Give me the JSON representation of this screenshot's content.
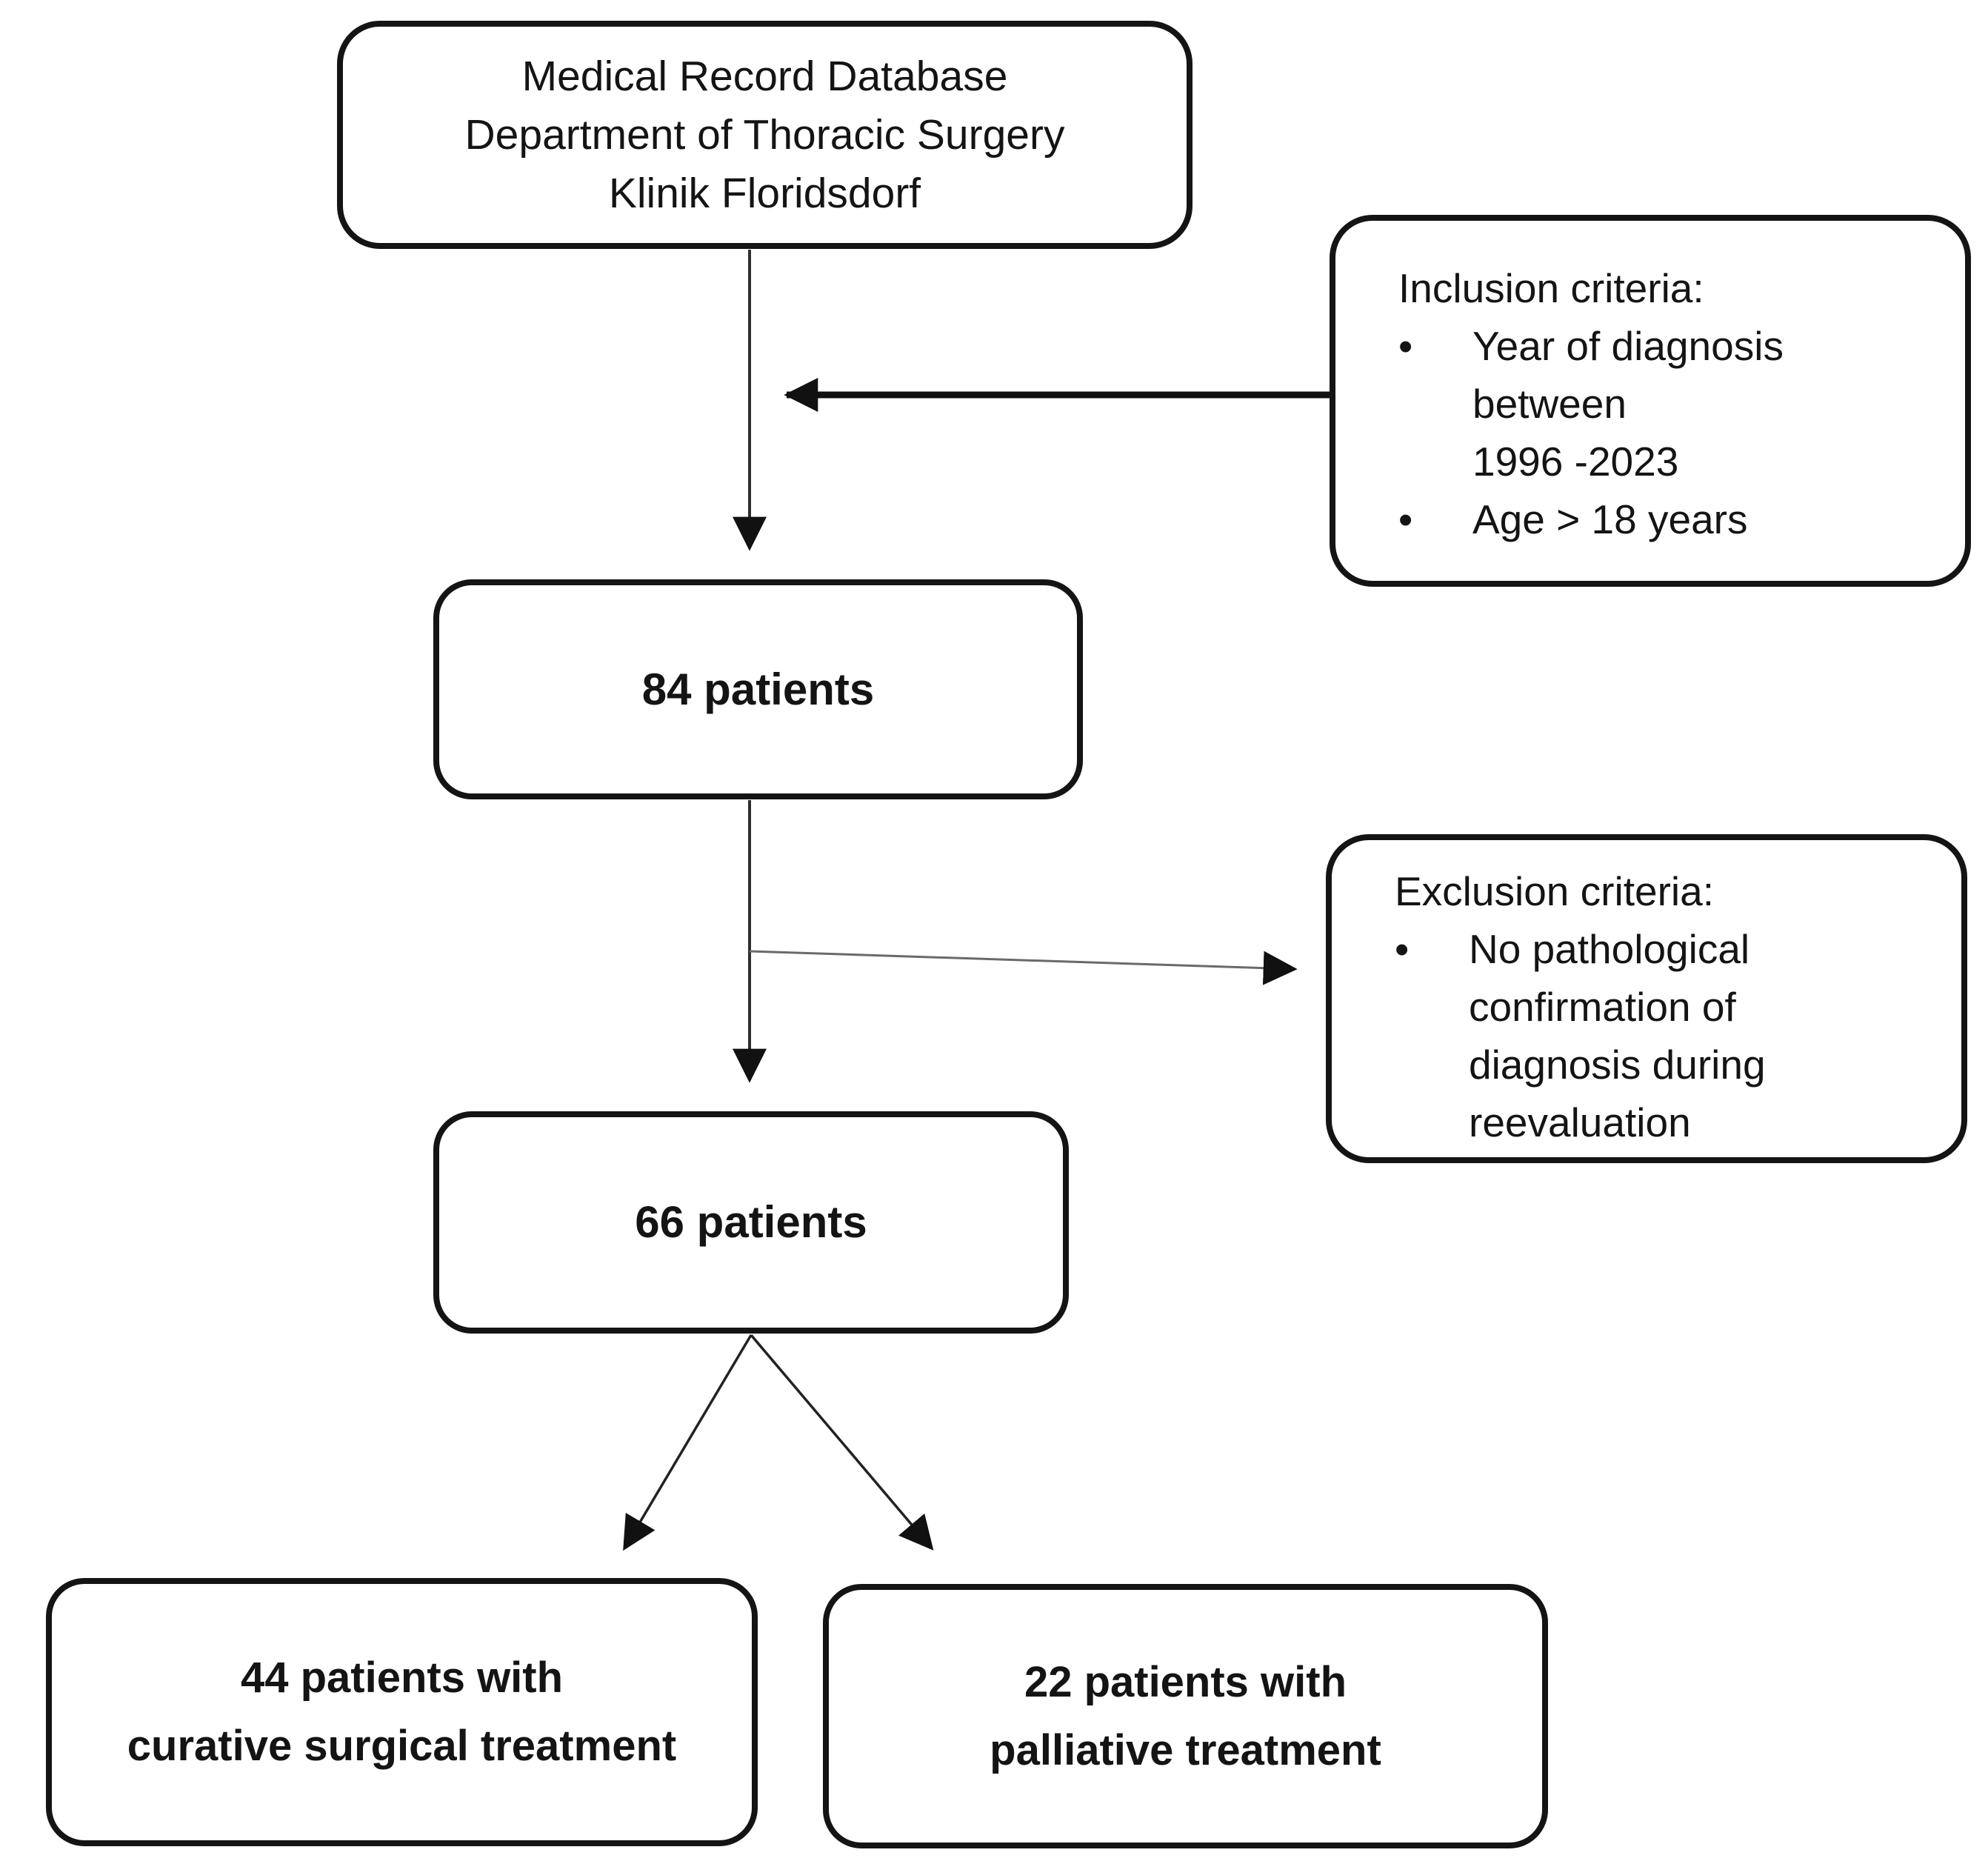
{
  "diagram": {
    "top_box": {
      "text": "Medical Record Database\nDepartment of Thoracic Surgery\nKlinik Floridsdorf"
    },
    "inclusion_box": {
      "title": "Inclusion criteria:",
      "bullet": "•",
      "items": [
        "Year of diagnosis\nbetween\n1996 -2023",
        "Age > 18 years"
      ]
    },
    "box_84": {
      "text": "84 patients"
    },
    "exclusion_box": {
      "title": "Exclusion criteria:",
      "bullet": "•",
      "items": [
        "No pathological\nconfirmation of\ndiagnosis during\nreevaluation"
      ]
    },
    "box_66": {
      "text": "66 patients"
    },
    "box_44": {
      "text": "44 patients with\ncurative surgical treatment"
    },
    "box_22": {
      "text": "22 patients with\npalliative treatment"
    },
    "colors": {
      "border": "#141414",
      "text": "#141414",
      "background": "#ffffff",
      "flow_line": "#2e2e2e",
      "inclusion_arrow": "#111111",
      "exclusion_line": "#6a6a6a",
      "arrowhead": "#111111"
    }
  }
}
